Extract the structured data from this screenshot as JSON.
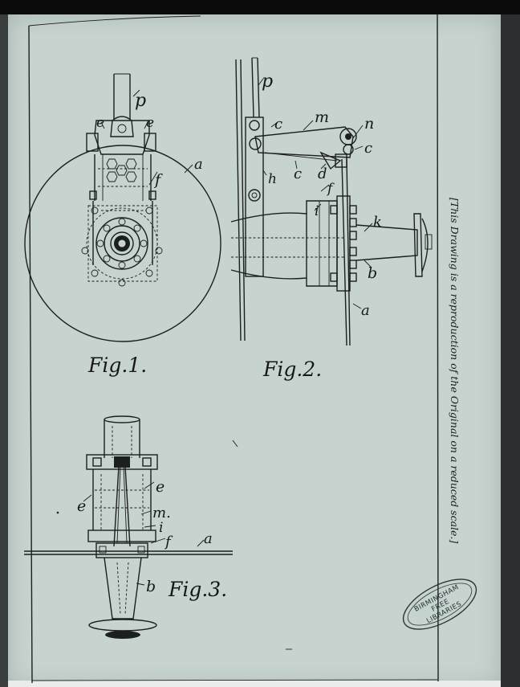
{
  "figures": {
    "fig1": {
      "caption": "Fig.1.",
      "labels": {
        "p": "p",
        "e1": "e",
        "e2": "e",
        "f": "f",
        "a": "a"
      }
    },
    "fig2": {
      "caption": "Fig.2.",
      "labels": {
        "p": "p",
        "c1": "c",
        "m": "m",
        "n": "n",
        "c2": "c",
        "c3": "c",
        "d": "d",
        "h": "h",
        "f": "f",
        "i": "i",
        "k": "k",
        "b": "b",
        "a": "a"
      }
    },
    "fig3": {
      "caption": "Fig.3.",
      "labels": {
        "e1": "e",
        "e2": "e",
        "m": "m.",
        "i": "i",
        "f": "f",
        "a": "a",
        "b": "b"
      }
    }
  },
  "side_note": "[This Drawing is a reproduction of the Original on a reduced scale.]",
  "stamp": {
    "line1": "BIRMINGHAM",
    "line2": "FREE",
    "line3": "LIBRARIES"
  },
  "colors": {
    "paper": "#c6d3cf",
    "ink": "#1c1f1f"
  }
}
